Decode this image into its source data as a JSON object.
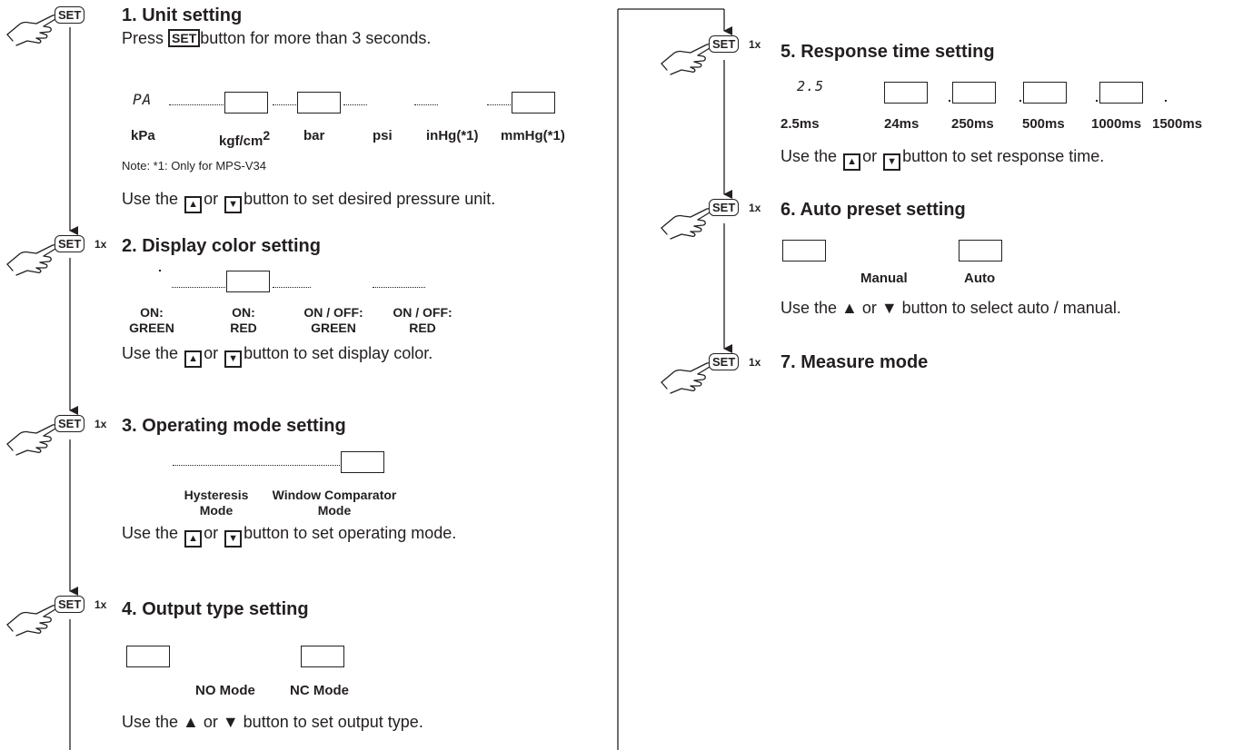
{
  "setkey": "SET",
  "count": "1x",
  "arrow_up": "▲",
  "arrow_down": "▼",
  "left": {
    "step1": {
      "title": "1. Unit setting",
      "press": "Press",
      "press_rest": "button for more than 3 seconds.",
      "display": "PA",
      "units": [
        "kPa",
        "kgf/cm",
        "bar",
        "psi",
        "inHg(*1)",
        "mmHg(*1)"
      ],
      "kgf_sup": "2",
      "note": "Note: *1: Only for MPS-V34",
      "instr_pre": "Use the",
      "instr_or": "or",
      "instr_post": "button to set desired pressure unit."
    },
    "step2": {
      "title": "2. Display color setting",
      "options": [
        {
          "a": "ON:",
          "b": "GREEN"
        },
        {
          "a": "ON:",
          "b": "RED"
        },
        {
          "a": "ON / OFF:",
          "b": "GREEN"
        },
        {
          "a": "ON / OFF:",
          "b": "RED"
        }
      ],
      "instr_pre": "Use the",
      "instr_or": "or",
      "instr_post": "button to set display color."
    },
    "step3": {
      "title": "3. Operating mode setting",
      "options": [
        {
          "a": "Hysteresis",
          "b": "Mode"
        },
        {
          "a": "Window Comparator",
          "b": "Mode"
        }
      ],
      "instr_pre": "Use the",
      "instr_or": "or",
      "instr_post": "button to set operating mode."
    },
    "step4": {
      "title": "4. Output type setting",
      "options": [
        "NO Mode",
        "NC Mode"
      ],
      "instr": "Use the ▲ or ▼ button to set output type."
    }
  },
  "right": {
    "step5": {
      "title": "5. Response time setting",
      "display": "2.5",
      "options": [
        "2.5ms",
        "24ms",
        "250ms",
        "500ms",
        "1000ms",
        "1500ms"
      ],
      "instr_pre": "Use the",
      "instr_or": "or",
      "instr_post": "button to set response time."
    },
    "step6": {
      "title": "6. Auto preset setting",
      "options": [
        "Manual",
        "Auto"
      ],
      "instr": "Use the ▲ or ▼ button to select auto / manual."
    },
    "step7": {
      "title": "7. Measure mode"
    }
  }
}
